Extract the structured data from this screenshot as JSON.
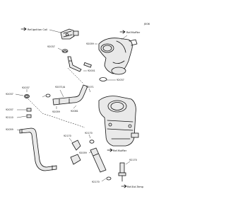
{
  "diagram_code": "J006",
  "references": {
    "ignition_coil": "Ref.Ignition Coil",
    "muffler_top": "Ref.Muffler",
    "muffler_bottom": "Ref.Muffler",
    "outlet_temp": "Ref.Ext.Temp"
  },
  "part_numbers": {
    "p1": "92037",
    "p2": "92001",
    "p3": "92059",
    "p4": "92037",
    "p5": "92037",
    "p6": "92071/A",
    "p7": "92071",
    "p8": "92081",
    "p9": "92037",
    "p10": "92059",
    "p11": "92037",
    "p12": "92110",
    "p13": "92059",
    "p14": "92170",
    "p15": "92170",
    "p16": "92059",
    "p17": "92170",
    "p18": "92170"
  }
}
